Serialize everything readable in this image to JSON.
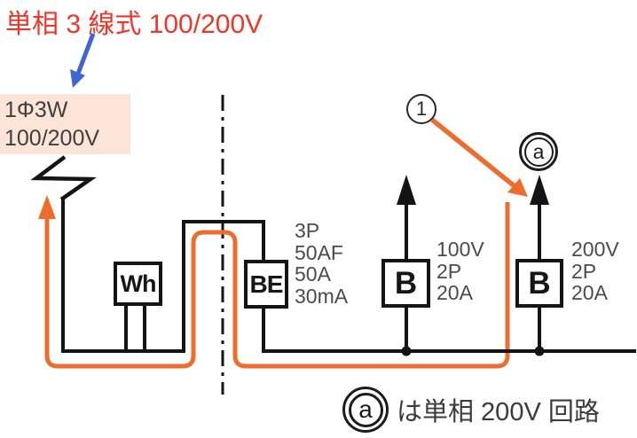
{
  "title": {
    "text": "単相 3 線式 100/200V"
  },
  "source": {
    "line1": "1Φ3W",
    "line2": "100/200V"
  },
  "devices": {
    "meter": {
      "label": "Wh"
    },
    "main_breaker": {
      "label": "BE",
      "specs": [
        "3P",
        "50AF",
        "50A",
        "30mA"
      ]
    },
    "breaker_100v": {
      "label": "B",
      "specs": [
        "100V",
        "2P",
        "20A"
      ]
    },
    "breaker_200v": {
      "label": "B",
      "specs": [
        "200V",
        "2P",
        "20A"
      ]
    }
  },
  "callouts": {
    "number": "1",
    "circuit_letter": "a"
  },
  "footnote": {
    "symbol": "a",
    "text": "は単相 200V 回路"
  },
  "colors": {
    "accent_red": "#f23528",
    "highlight_orange": "#ee6c2c",
    "callout_blue": "#3e64d6",
    "source_box_bg": "#fce4d8",
    "wire_black": "#141414",
    "label_gray": "#4b4b4b",
    "footnote_gray": "#3b3b3b"
  }
}
